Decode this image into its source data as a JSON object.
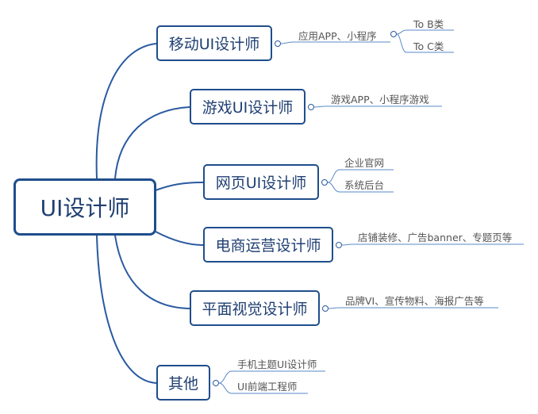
{
  "root": {
    "label": "UI设计师"
  },
  "branches": [
    {
      "label": "移动UI设计师",
      "children": [
        {
          "label": "应用APP、小程序",
          "children": [
            {
              "label": "To B类"
            },
            {
              "label": "To C类"
            }
          ]
        }
      ]
    },
    {
      "label": "游戏UI设计师",
      "children": [
        {
          "label": "游戏APP、小程序游戏"
        }
      ]
    },
    {
      "label": "网页UI设计师",
      "children": [
        {
          "label": "企业官网"
        },
        {
          "label": "系统后台"
        }
      ]
    },
    {
      "label": "电商运营设计师",
      "children": [
        {
          "label": "店铺装修、广告banner、专题页等"
        }
      ]
    },
    {
      "label": "平面视觉设计师",
      "children": [
        {
          "label": "品牌VI、宣传物料、海报广告等"
        }
      ]
    },
    {
      "label": "其他",
      "children": [
        {
          "label": "手机主题UI设计师"
        },
        {
          "label": "UI前端工程师"
        }
      ]
    }
  ],
  "colors": {
    "line": "#2a5aa0",
    "underline": "#5a8ac8",
    "node_border": "#1f4e8c",
    "text": "#1f3f72"
  }
}
